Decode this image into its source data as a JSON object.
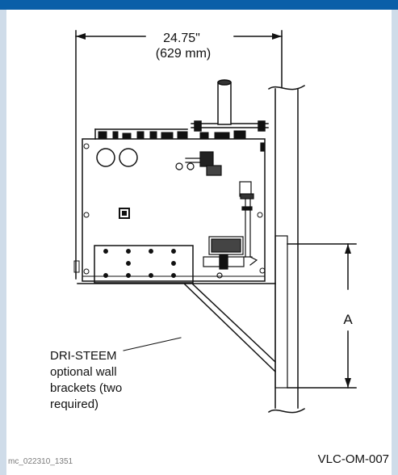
{
  "dimension": {
    "inches": "24.75\"",
    "mm": "(629 mm)"
  },
  "labels": {
    "a": "A",
    "bracket_line1": "DRI-STEEM",
    "bracket_line2": "optional wall",
    "bracket_line3": "brackets (two",
    "bracket_line4": "required)"
  },
  "footer": {
    "code_left": "mc_022310_1351",
    "code_right": "VLC-OM-007"
  },
  "colors": {
    "header_band": "#0a5fa8",
    "frame": "#d6e3ef",
    "line": "#111111"
  }
}
